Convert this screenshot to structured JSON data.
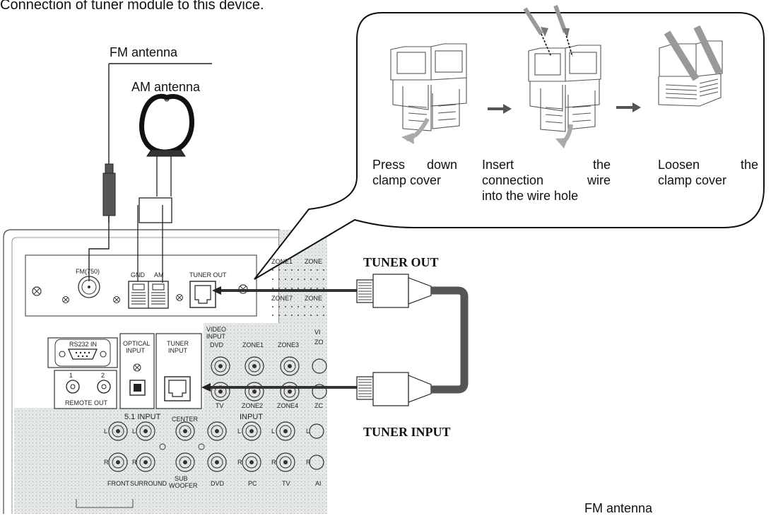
{
  "header_text": "Connection of tuner module to this device.",
  "antenna_labels": {
    "fm": "FM antenna",
    "am": "AM antenna",
    "fm_bottom": "FM antenna"
  },
  "steps": [
    {
      "line1": [
        "Press",
        "down"
      ],
      "line2": "clamp cover",
      "line3": ""
    },
    {
      "line1": [
        "Insert",
        "the"
      ],
      "line2": [
        "connection",
        "wire"
      ],
      "line3": "into the wire hole"
    },
    {
      "line1": [
        "Loosen",
        "the"
      ],
      "line2": "clamp cover",
      "line3": ""
    }
  ],
  "cable_labels": {
    "out": "TUNER OUT",
    "in": "TUNER INPUT"
  },
  "panel": {
    "fm_port": "FM(750)",
    "gnd": "GND",
    "am": "AM",
    "tuner_out": "TUNER OUT",
    "zone1": "ZONE1",
    "zone_top_right": "ZONE",
    "zone7": "ZONE7",
    "zone_mid_right": "ZONE",
    "rs232": "RS232 IN",
    "optical": [
      "OPTICAL",
      "INPUT"
    ],
    "tuner_input": [
      "TUNER",
      "INPUT"
    ],
    "video_input": [
      "VIDEO",
      "INPUT"
    ],
    "dvd": "DVD",
    "zone1b": "ZONE1",
    "zone3": "ZONE3",
    "vi": "VI",
    "zo": "ZO",
    "remote_1": "1",
    "remote_2": "2",
    "remote_out": "REMOTE OUT",
    "tv": "TV",
    "zone2": "ZONE2",
    "zone4": "ZONE4",
    "zc": "ZC",
    "input_51": "5.1 INPUT",
    "center": "CENTER",
    "input": "INPUT",
    "l": "L",
    "r": "R",
    "front": "FRONT",
    "surround": "SURROUND",
    "sub": [
      "SUB",
      "WOOFER"
    ],
    "dvd2": "DVD",
    "pc": "PC",
    "tv2": "TV",
    "ai": "AI"
  }
}
